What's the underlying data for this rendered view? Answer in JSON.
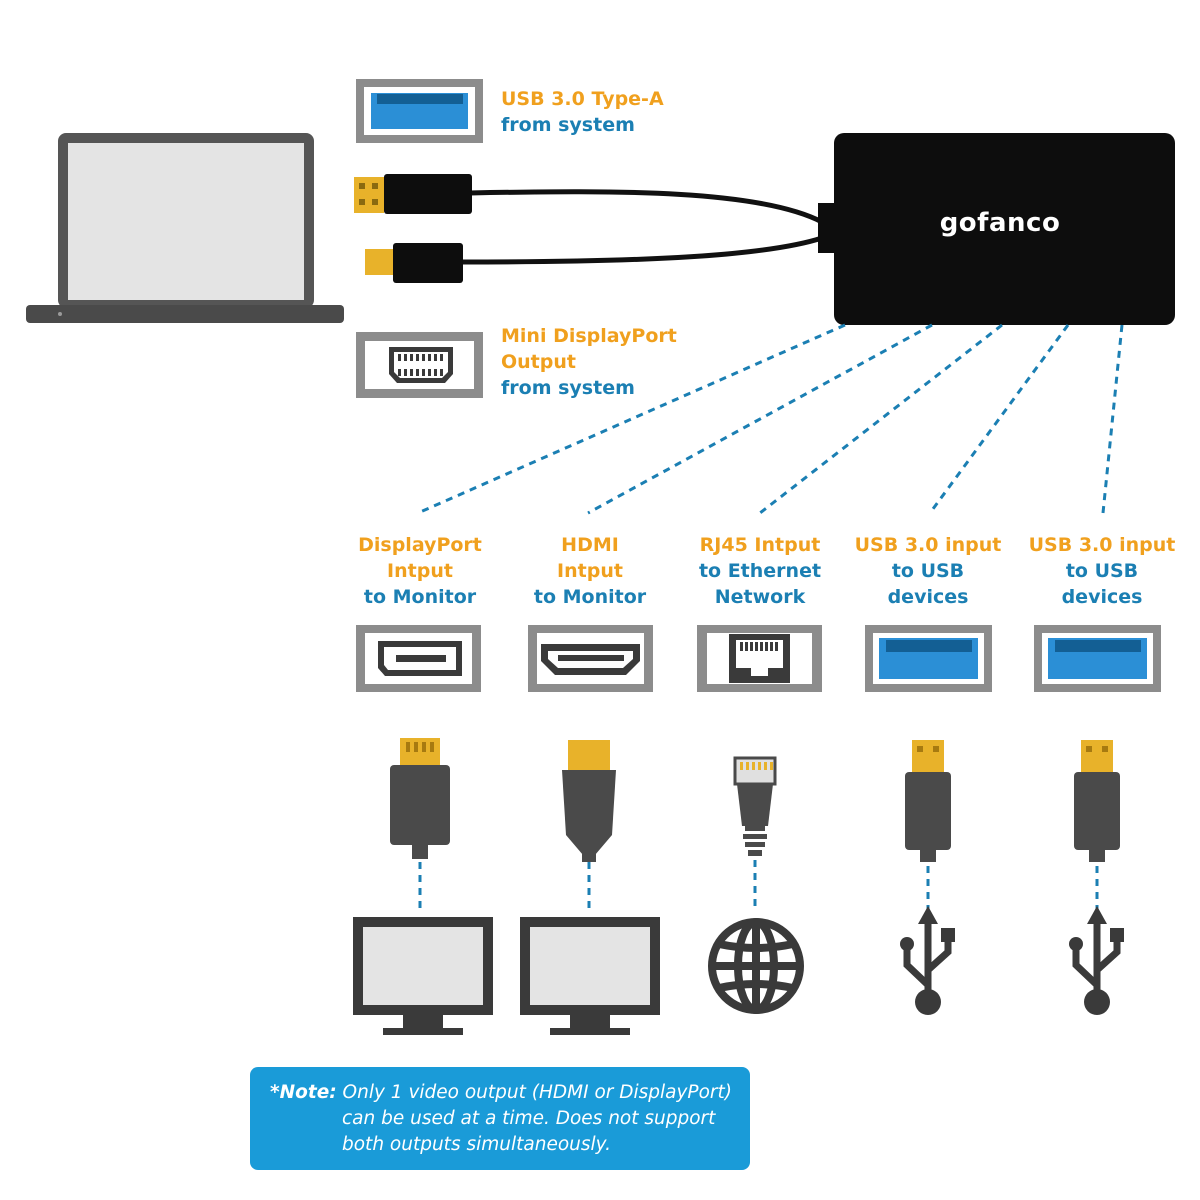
{
  "brand": "gofanco",
  "system_ports": {
    "usb": {
      "line1": "USB 3.0 Type-A",
      "line2": "from system"
    },
    "minidp": {
      "line1": "Mini DisplayPort",
      "line2": "Output",
      "line3": "from system"
    }
  },
  "outputs": [
    {
      "line1": "DisplayPort",
      "line2": "Intput",
      "line3": "to Monitor",
      "port_icon": "displayport-port-icon",
      "cable_icon": "displayport-plug-icon",
      "device_icon": "monitor-icon"
    },
    {
      "line1": "HDMI",
      "line2": "Intput",
      "line3": "to Monitor",
      "port_icon": "hdmi-port-icon",
      "cable_icon": "hdmi-plug-icon",
      "device_icon": "monitor-icon"
    },
    {
      "line1": "RJ45 Intput",
      "line2": "to Ethernet",
      "line3": "Network",
      "port_icon": "rj45-port-icon",
      "cable_icon": "rj45-plug-icon",
      "device_icon": "globe-icon"
    },
    {
      "line1": "USB 3.0 input",
      "line2": "to USB",
      "line3": "devices",
      "port_icon": "usb-port-icon",
      "cable_icon": "usb-plug-icon",
      "device_icon": "usb-symbol-icon"
    },
    {
      "line1": "USB 3.0 input",
      "line2": "to USB",
      "line3": "devices",
      "port_icon": "usb-port-icon",
      "cable_icon": "usb-plug-icon",
      "device_icon": "usb-symbol-icon"
    }
  ],
  "note": {
    "prefix": "*Note:",
    "line1": "Only 1 video output (HDMI or DisplayPort)",
    "line2": "can be used at a time. Does not support",
    "line3": "both outputs simultaneously."
  },
  "colors": {
    "orange": "#f0a01e",
    "blue": "#1b7fb3",
    "dark": "#4a4a4a",
    "gray": "#8c8c8c",
    "gold": "#e8b22a",
    "usb_blue": "#2b8fd6",
    "note_bg": "#1a9bd8"
  }
}
